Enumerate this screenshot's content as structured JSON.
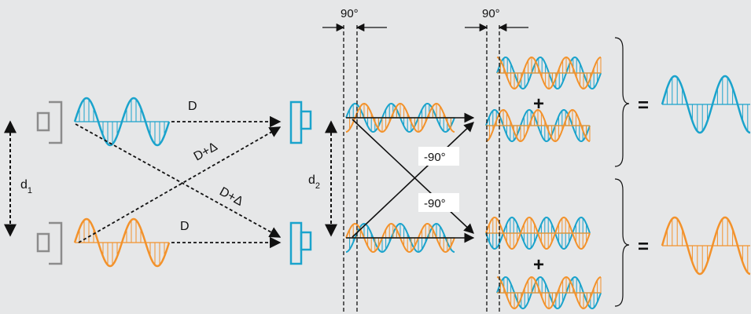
{
  "colors": {
    "background": "#e6e7e8",
    "wave_blue": "#1aa3cc",
    "wave_orange": "#f3922b",
    "device_gray": "#8c8c8c",
    "line": "#111111"
  },
  "labels": {
    "d1_main": "d",
    "d1_sub": "1",
    "d2_main": "d",
    "d2_sub": "2",
    "path_top": "D",
    "path_bottom": "D",
    "path_diag_up": "D+Δ",
    "path_diag_down": "D+Δ",
    "shift_top": "90°",
    "shift_top_right": "90°",
    "phase_minus_upper": "-90°",
    "phase_minus_lower": "-90°",
    "plus_upper": "+",
    "plus_lower": "+",
    "equals_upper": "=",
    "equals_lower": "="
  },
  "icons": {
    "transmitter": "antenna-unit-icon",
    "receiver": "antenna-unit-icon"
  }
}
